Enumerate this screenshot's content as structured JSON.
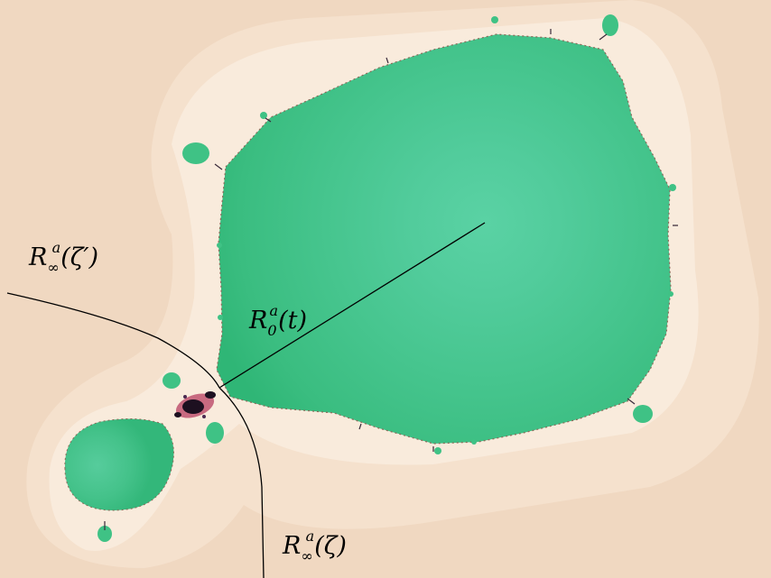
{
  "labels": {
    "ray_inf_zeta_prime": {
      "base": "R",
      "sup": "a",
      "sub": "∞",
      "arg": "(ζ′)"
    },
    "ray_0_t": {
      "base": "R",
      "sup": "a",
      "sub": "0",
      "arg": "(t)"
    },
    "ray_inf_zeta": {
      "base": "R",
      "sup": "a",
      "sub": "∞",
      "arg": "(ζ)"
    }
  },
  "colors": {
    "background_outer": "#f2dcc6",
    "background_band": "#f6e3d0",
    "halo": "#f9ead9",
    "basin_dark": "#2fb878",
    "basin_mid": "#3fc285",
    "basin_light": "#58d0a0",
    "julia_dark": "#1d1020",
    "julia_accent": "#b8506a",
    "curves": "#000000"
  }
}
